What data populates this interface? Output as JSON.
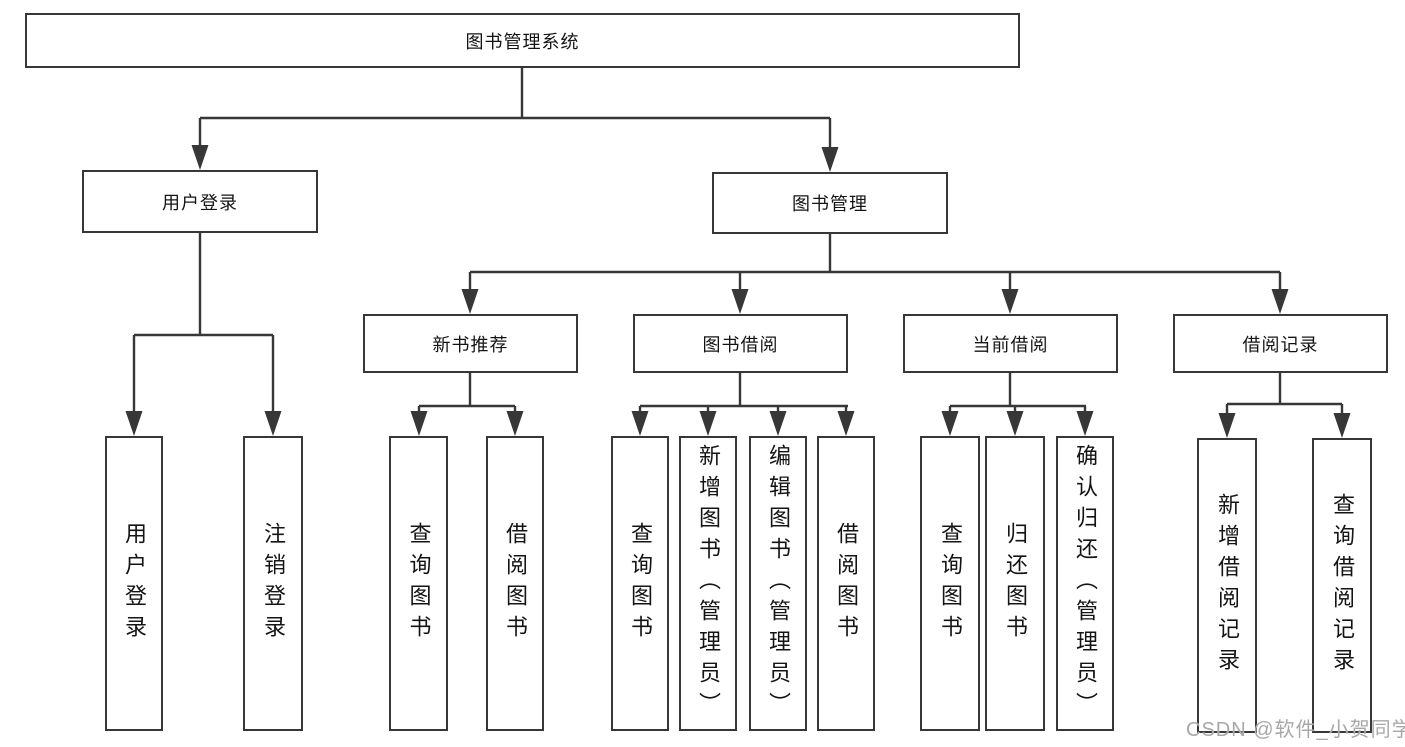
{
  "diagram": {
    "colors": {
      "line": "#373737",
      "text": "#141414",
      "watermark": "#a8a8a8"
    },
    "watermark": "CSDN @软件_小贺同学",
    "tree": {
      "root": {
        "label": "图书管理系统",
        "children": [
          {
            "label": "用户登录",
            "children": [
              {
                "label": "用户登录"
              },
              {
                "label": "注销登录"
              }
            ]
          },
          {
            "label": "图书管理",
            "children": [
              {
                "label": "新书推荐",
                "children": [
                  {
                    "label": "查询图书"
                  },
                  {
                    "label": "借阅图书"
                  }
                ]
              },
              {
                "label": "图书借阅",
                "children": [
                  {
                    "label": "查询图书"
                  },
                  {
                    "label": "新增图书（管理员）"
                  },
                  {
                    "label": "编辑图书（管理员）"
                  },
                  {
                    "label": "借阅图书"
                  }
                ]
              },
              {
                "label": "当前借阅",
                "children": [
                  {
                    "label": "查询图书"
                  },
                  {
                    "label": "归还图书"
                  },
                  {
                    "label": "确认归还（管理员）"
                  }
                ]
              },
              {
                "label": "借阅记录",
                "children": [
                  {
                    "label": "新增借阅记录"
                  },
                  {
                    "label": "查询借阅记录"
                  }
                ]
              }
            ]
          }
        ]
      }
    }
  }
}
